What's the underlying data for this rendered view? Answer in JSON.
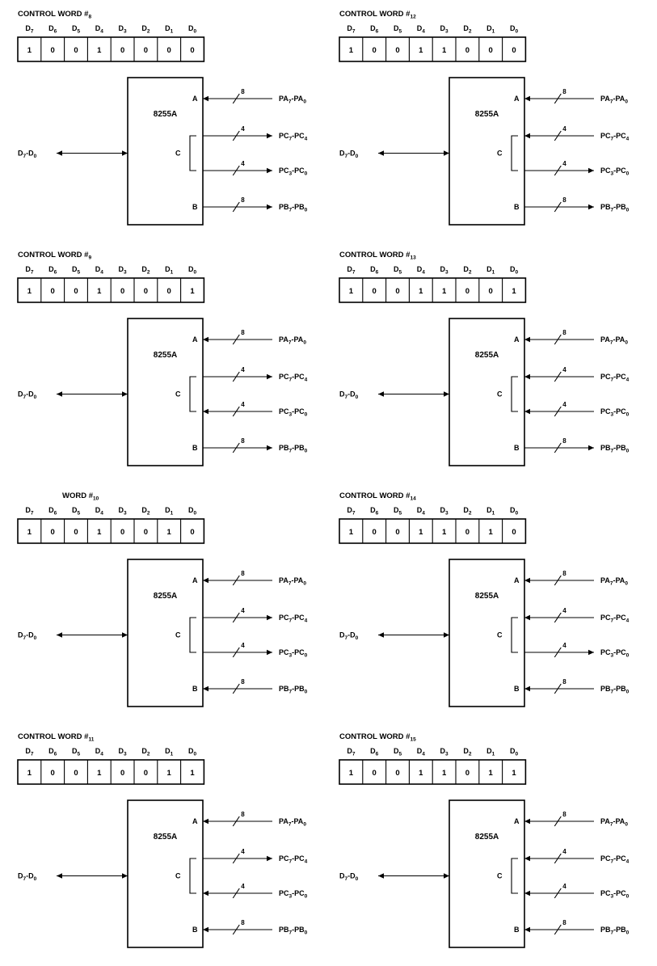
{
  "panels": [
    {
      "title": "CONTROL WORD #8",
      "bit_labels": [
        "D7",
        "D6",
        "D5",
        "D4",
        "D3",
        "D2",
        "D1",
        "D0"
      ],
      "bits": [
        "1",
        "0",
        "0",
        "1",
        "0",
        "0",
        "0",
        "0"
      ],
      "chip": "8255A",
      "port_labels": {
        "a": "A",
        "c": "C",
        "b": "B"
      },
      "data_bus": "D7-D0",
      "signals": {
        "pa": "PA7-PA0",
        "pc_upper": "PC7-PC4",
        "pc_lower": "PC3-PC0",
        "pb": "PB7-PB0"
      },
      "widths": {
        "pa": "8",
        "pc_upper": "4",
        "pc_lower": "4",
        "pb": "8"
      },
      "directions": {
        "pa": "in",
        "pc_upper": "out",
        "pc_lower": "out",
        "pb": "out"
      }
    },
    {
      "title": "CONTROL WORD #12",
      "bit_labels": [
        "D7",
        "D6",
        "D5",
        "D4",
        "D3",
        "D2",
        "D1",
        "D0"
      ],
      "bits": [
        "1",
        "0",
        "0",
        "1",
        "1",
        "0",
        "0",
        "0"
      ],
      "chip": "8255A",
      "port_labels": {
        "a": "A",
        "c": "C",
        "b": "B"
      },
      "data_bus": "D7-D0",
      "signals": {
        "pa": "PA7-PA0",
        "pc_upper": "PC7-PC4",
        "pc_lower": "PC3-PC0",
        "pb": "PB7-PB0"
      },
      "widths": {
        "pa": "8",
        "pc_upper": "4",
        "pc_lower": "4",
        "pb": "8"
      },
      "directions": {
        "pa": "in",
        "pc_upper": "in",
        "pc_lower": "out",
        "pb": "out"
      }
    },
    {
      "title": "CONTROL WORD #9",
      "bit_labels": [
        "D7",
        "D6",
        "D5",
        "D4",
        "D3",
        "D2",
        "D1",
        "D0"
      ],
      "bits": [
        "1",
        "0",
        "0",
        "1",
        "0",
        "0",
        "0",
        "1"
      ],
      "chip": "8255A",
      "port_labels": {
        "a": "A",
        "c": "C",
        "b": "B"
      },
      "data_bus": "D7-D0",
      "signals": {
        "pa": "PA7-PA0",
        "pc_upper": "PC7-PC4",
        "pc_lower": "PC3-PC0",
        "pb": "PB7-PB0"
      },
      "widths": {
        "pa": "8",
        "pc_upper": "4",
        "pc_lower": "4",
        "pb": "8"
      },
      "directions": {
        "pa": "in",
        "pc_upper": "out",
        "pc_lower": "in",
        "pb": "out"
      }
    },
    {
      "title": "CONTROL WORD #13",
      "bit_labels": [
        "D7",
        "D6",
        "D5",
        "D4",
        "D3",
        "D2",
        "D1",
        "D0"
      ],
      "bits": [
        "1",
        "0",
        "0",
        "1",
        "1",
        "0",
        "0",
        "1"
      ],
      "chip": "8255A",
      "port_labels": {
        "a": "A",
        "c": "C",
        "b": "B"
      },
      "data_bus": "D7-D0",
      "signals": {
        "pa": "PA7-PA0",
        "pc_upper": "PC7-PC4",
        "pc_lower": "PC3-PC0",
        "pb": "PB7-PB0"
      },
      "widths": {
        "pa": "8",
        "pc_upper": "4",
        "pc_lower": "4",
        "pb": "8"
      },
      "directions": {
        "pa": "in",
        "pc_upper": "in",
        "pc_lower": "in",
        "pb": "out"
      }
    },
    {
      "title": "WORD #10",
      "bit_labels": [
        "D7",
        "D6",
        "D5",
        "D4",
        "D3",
        "D2",
        "D1",
        "D0"
      ],
      "bits": [
        "1",
        "0",
        "0",
        "1",
        "0",
        "0",
        "1",
        "0"
      ],
      "chip": "8255A",
      "port_labels": {
        "a": "A",
        "c": "C",
        "b": "B"
      },
      "data_bus": "D7-D0",
      "signals": {
        "pa": "PA7-PA0",
        "pc_upper": "PC7-PC4",
        "pc_lower": "PC3-PC0",
        "pb": "PB7-PB0"
      },
      "widths": {
        "pa": "8",
        "pc_upper": "4",
        "pc_lower": "4",
        "pb": "8"
      },
      "directions": {
        "pa": "in",
        "pc_upper": "out",
        "pc_lower": "out",
        "pb": "in"
      }
    },
    {
      "title": "CONTROL WORD #14",
      "bit_labels": [
        "D7",
        "D6",
        "D5",
        "D4",
        "D3",
        "D2",
        "D1",
        "D0"
      ],
      "bits": [
        "1",
        "0",
        "0",
        "1",
        "1",
        "0",
        "1",
        "0"
      ],
      "chip": "8255A",
      "port_labels": {
        "a": "A",
        "c": "C",
        "b": "B"
      },
      "data_bus": "D7-D0",
      "signals": {
        "pa": "PA7-PA0",
        "pc_upper": "PC7-PC4",
        "pc_lower": "PC3-PC0",
        "pb": "PB7-PB0"
      },
      "widths": {
        "pa": "8",
        "pc_upper": "4",
        "pc_lower": "4",
        "pb": "8"
      },
      "directions": {
        "pa": "in",
        "pc_upper": "in",
        "pc_lower": "out",
        "pb": "in"
      }
    },
    {
      "title": "CONTROL WORD #11",
      "bit_labels": [
        "D7",
        "D6",
        "D5",
        "D4",
        "D3",
        "D2",
        "D1",
        "D0"
      ],
      "bits": [
        "1",
        "0",
        "0",
        "1",
        "0",
        "0",
        "1",
        "1"
      ],
      "chip": "8255A",
      "port_labels": {
        "a": "A",
        "c": "C",
        "b": "B"
      },
      "data_bus": "D7-D0",
      "signals": {
        "pa": "PA7-PA0",
        "pc_upper": "PC7-PC4",
        "pc_lower": "PC3-PC0",
        "pb": "PB7-PB0"
      },
      "widths": {
        "pa": "8",
        "pc_upper": "4",
        "pc_lower": "4",
        "pb": "8"
      },
      "directions": {
        "pa": "in",
        "pc_upper": "out",
        "pc_lower": "in",
        "pb": "in"
      }
    },
    {
      "title": "CONTROL WORD #15",
      "bit_labels": [
        "D7",
        "D6",
        "D5",
        "D4",
        "D3",
        "D2",
        "D1",
        "D0"
      ],
      "bits": [
        "1",
        "0",
        "0",
        "1",
        "1",
        "0",
        "1",
        "1"
      ],
      "chip": "8255A",
      "port_labels": {
        "a": "A",
        "c": "C",
        "b": "B"
      },
      "data_bus": "D7-D0",
      "signals": {
        "pa": "PA7-PA0",
        "pc_upper": "PC7-PC4",
        "pc_lower": "PC3-PC0",
        "pb": "PB7-PB0"
      },
      "widths": {
        "pa": "8",
        "pc_upper": "4",
        "pc_lower": "4",
        "pb": "8"
      },
      "directions": {
        "pa": "in",
        "pc_upper": "in",
        "pc_lower": "in",
        "pb": "in"
      }
    }
  ]
}
